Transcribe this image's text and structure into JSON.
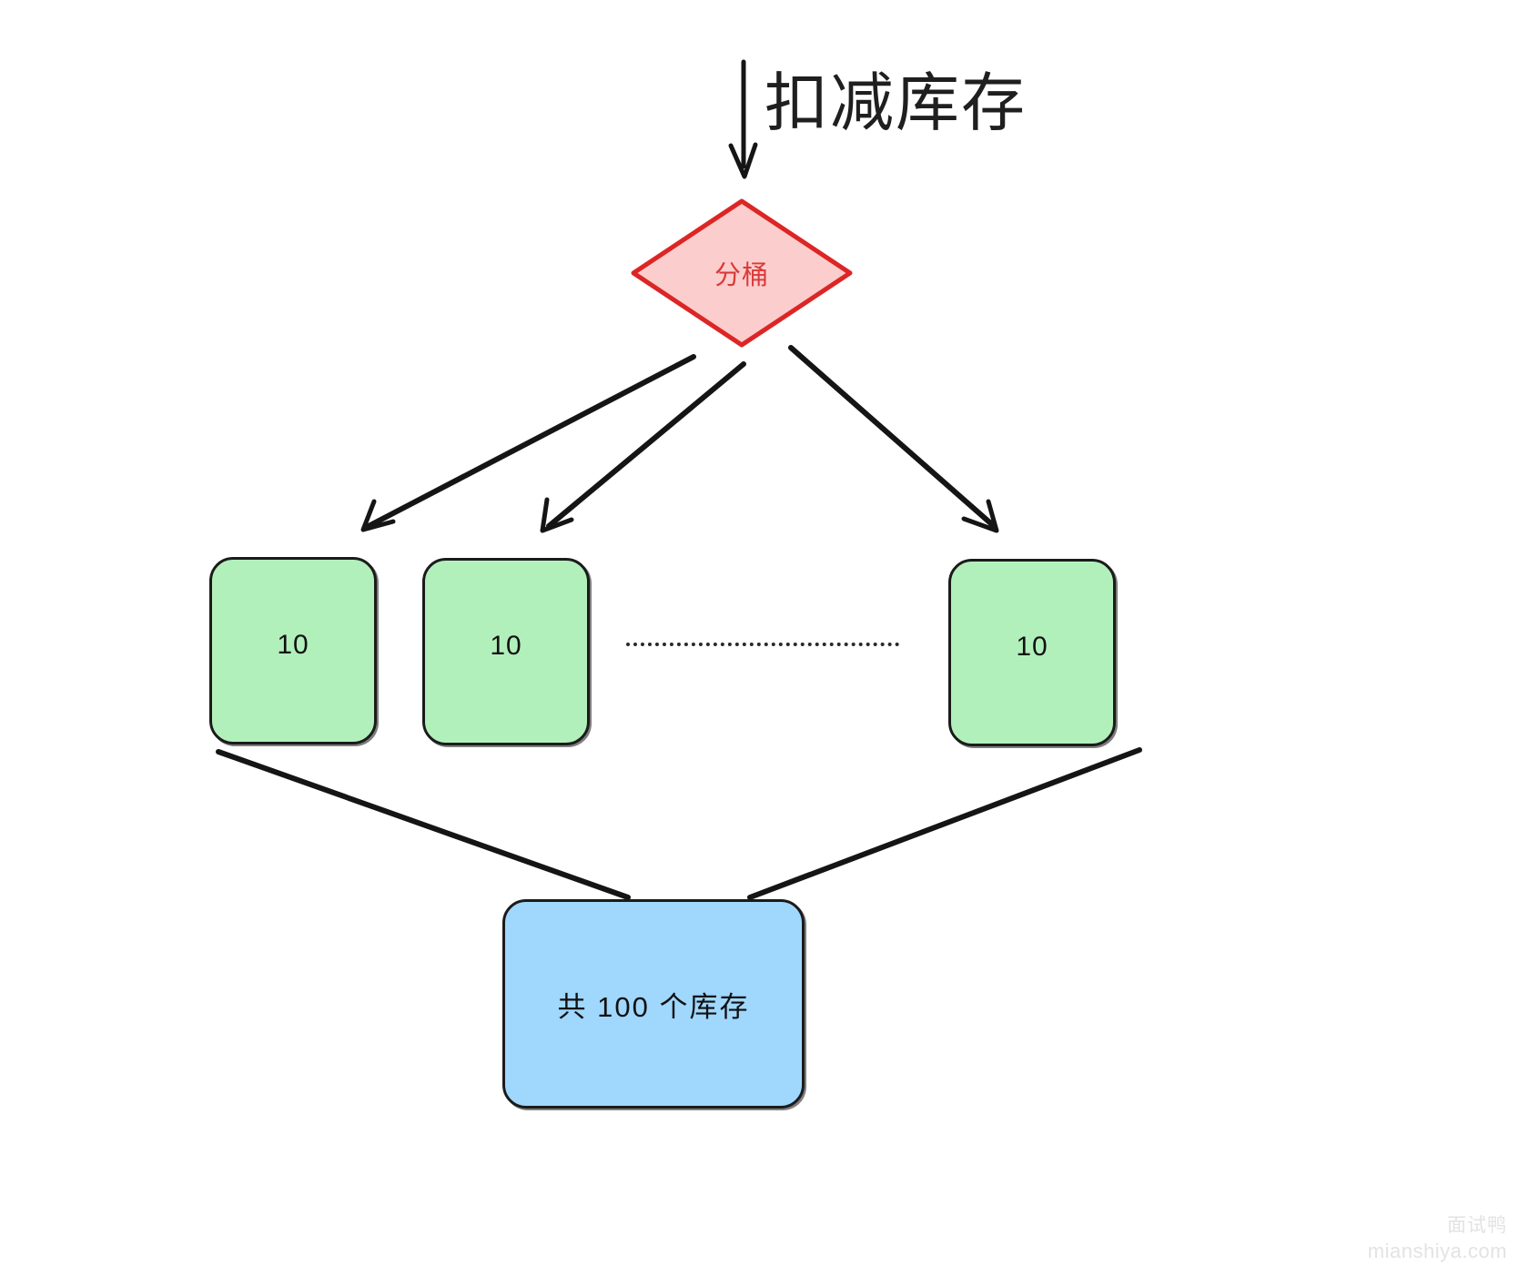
{
  "diagram": {
    "type": "flow-diagram",
    "background_color": "#ffffff",
    "title": {
      "text": "扣减库存"
    },
    "decision": {
      "label": "分桶",
      "shape": "diamond",
      "fill_color": "#fccdcd",
      "stroke_color": "#dc2626",
      "text_color": "#d93a3a"
    },
    "buckets": [
      {
        "label": "10",
        "fill_color": "#b2f0bb",
        "stroke_color": "#1b1b1b"
      },
      {
        "label": "10",
        "fill_color": "#b2f0bb",
        "stroke_color": "#1b1b1b"
      },
      {
        "label": "10",
        "fill_color": "#b2f0bb",
        "stroke_color": "#1b1b1b"
      }
    ],
    "ellipsis": {
      "style": "dotted",
      "color": "#2a2a2a"
    },
    "total": {
      "label": "共 100 个库存",
      "fill_color": "#a0d7fd",
      "stroke_color": "#1b1b1b"
    },
    "arrows": {
      "color": "#151515",
      "inbound_count": 1,
      "fanout_count": 3,
      "merge_count": 2
    }
  },
  "watermark": {
    "cn": "面试鸭",
    "en": "mianshiya.com",
    "color": "#e3e3e3"
  }
}
